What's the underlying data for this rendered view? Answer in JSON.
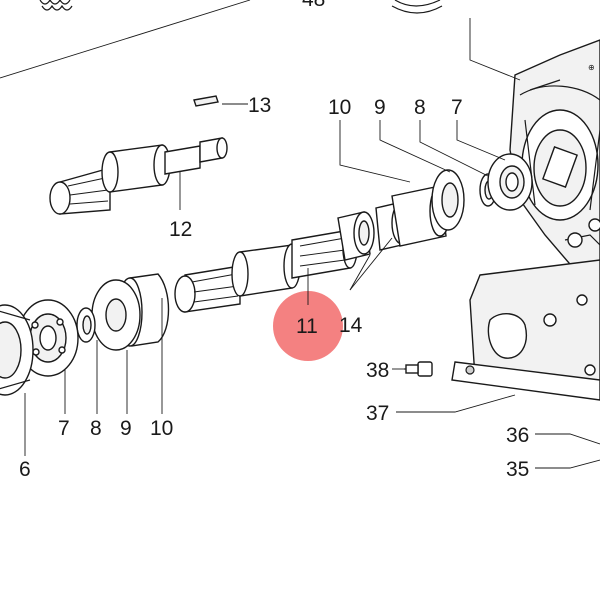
{
  "diagram": {
    "highlight_color": "#f26b6b",
    "highlighted_callout": "11",
    "callouts": {
      "c13": "13",
      "c12": "12",
      "c10_top": "10",
      "c9_top": "9",
      "c8_top": "8",
      "c7_top": "7",
      "c11": "11",
      "c14": "14",
      "c7_bot": "7",
      "c8_bot": "8",
      "c9_bot": "9",
      "c10_bot": "10",
      "c6": "6",
      "c38": "38",
      "c37": "37",
      "c36": "36",
      "c35": "35",
      "c48": "48"
    }
  }
}
